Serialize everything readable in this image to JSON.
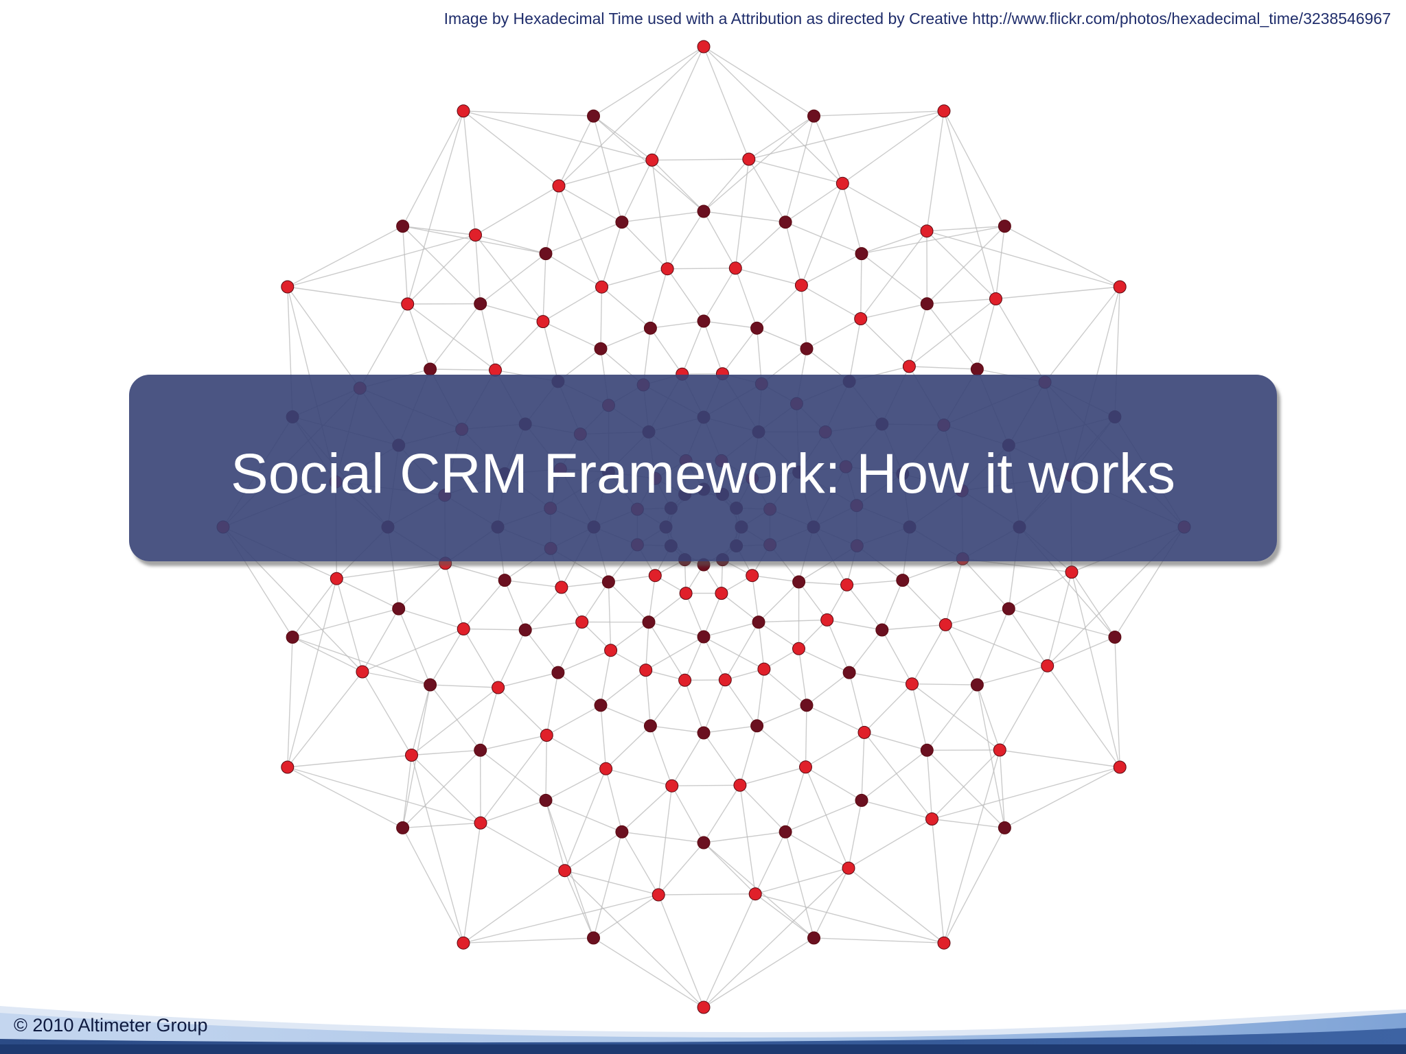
{
  "slide": {
    "title": "Social CRM Framework: How it works",
    "image_credit": "Image by Hexadecimal Time used with a Attribution as directed by Creative http://www.flickr.com/photos/hexadecimal_time/3238546967",
    "copyright": "© 2010 Altimeter Group"
  },
  "colors": {
    "banner": "#374276",
    "credit_text": "#1f2d6b",
    "node_red": "#e0202a",
    "node_dark": "#6b1020",
    "edge": "#b9b9b9",
    "wave_light": "#b8cdea",
    "wave_dark": "#2a4c8a"
  },
  "background_image": {
    "subject": "network-graph-illustration"
  }
}
